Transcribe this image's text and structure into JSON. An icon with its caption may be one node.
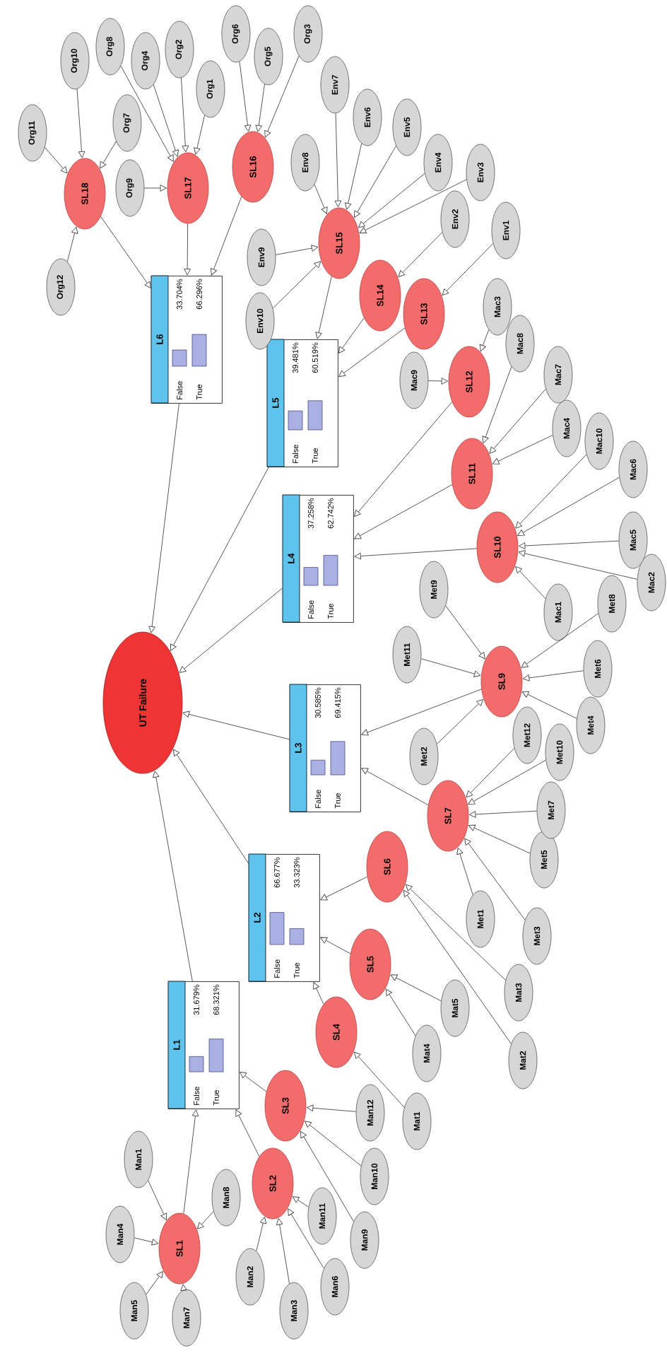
{
  "diagram": {
    "nodes": [
      {
        "text": [
          "UT Failure"
        ]
      },
      {
        "text": [
          "L1",
          "False",
          "31.679%",
          "True",
          "68.321%"
        ]
      },
      {
        "text": [
          "L2",
          "False",
          "66.677%",
          "True",
          "33.323%"
        ]
      },
      {
        "text": [
          "L3",
          "False",
          "30.585%",
          "True",
          "69.415%"
        ]
      },
      {
        "text": [
          "L4",
          "False",
          "37.258%",
          "True",
          "62.742%"
        ]
      },
      {
        "text": [
          "L5",
          "False",
          "39.481%",
          "True",
          "60.519%"
        ]
      },
      {
        "text": [
          "L6",
          "False",
          "33.704%",
          "True",
          "66.296%"
        ]
      },
      {
        "text": [
          "SL1"
        ]
      },
      {
        "text": [
          "SL2"
        ]
      },
      {
        "text": [
          "SL3"
        ]
      },
      {
        "text": [
          "SL4"
        ]
      },
      {
        "text": [
          "SL5"
        ]
      },
      {
        "text": [
          "SL6"
        ]
      },
      {
        "text": [
          "SL7"
        ]
      },
      {
        "text": [
          "SL9"
        ]
      },
      {
        "text": [
          "SL10"
        ]
      },
      {
        "text": [
          "SL11"
        ]
      },
      {
        "text": [
          "SL12"
        ]
      },
      {
        "text": [
          "SL13"
        ]
      },
      {
        "text": [
          "SL14"
        ]
      },
      {
        "text": [
          "SL15"
        ]
      },
      {
        "text": [
          "SL16"
        ]
      },
      {
        "text": [
          "SL17"
        ]
      },
      {
        "text": [
          "SL18"
        ]
      },
      {
        "text": [
          "Man1"
        ]
      },
      {
        "text": [
          "Man2"
        ]
      },
      {
        "text": [
          "Man3"
        ]
      },
      {
        "text": [
          "Man4"
        ]
      },
      {
        "text": [
          "Man5"
        ]
      },
      {
        "text": [
          "Man6"
        ]
      },
      {
        "text": [
          "Man7"
        ]
      },
      {
        "text": [
          "Man8"
        ]
      },
      {
        "text": [
          "Man9"
        ]
      },
      {
        "text": [
          "Man10"
        ]
      },
      {
        "text": [
          "Man11"
        ]
      },
      {
        "text": [
          "Man12"
        ]
      },
      {
        "text": [
          "Mat1"
        ]
      },
      {
        "text": [
          "Mat2"
        ]
      },
      {
        "text": [
          "Mat3"
        ]
      },
      {
        "text": [
          "Mat4"
        ]
      },
      {
        "text": [
          "Mat5"
        ]
      },
      {
        "text": [
          "Met1"
        ]
      },
      {
        "text": [
          "Met2"
        ]
      },
      {
        "text": [
          "Met3"
        ]
      },
      {
        "text": [
          "Met4"
        ]
      },
      {
        "text": [
          "Met5"
        ]
      },
      {
        "text": [
          "Met6"
        ]
      },
      {
        "text": [
          "Met7"
        ]
      },
      {
        "text": [
          "Met8"
        ]
      },
      {
        "text": [
          "Met9"
        ]
      },
      {
        "text": [
          "Met10"
        ]
      },
      {
        "text": [
          "Met11"
        ]
      },
      {
        "text": [
          "Met12"
        ]
      },
      {
        "text": [
          "Mac1"
        ]
      },
      {
        "text": [
          "Mac2"
        ]
      },
      {
        "text": [
          "Mac3"
        ]
      },
      {
        "text": [
          "Mac4"
        ]
      },
      {
        "text": [
          "Mac5"
        ]
      },
      {
        "text": [
          "Mac6"
        ]
      },
      {
        "text": [
          "Mac7"
        ]
      },
      {
        "text": [
          "Mac8"
        ]
      },
      {
        "text": [
          "Mac9"
        ]
      },
      {
        "text": [
          "Mac10"
        ]
      },
      {
        "text": [
          "Env1"
        ]
      },
      {
        "text": [
          "Env2"
        ]
      },
      {
        "text": [
          "Env3"
        ]
      },
      {
        "text": [
          "Env4"
        ]
      },
      {
        "text": [
          "Env5"
        ]
      },
      {
        "text": [
          "Env6"
        ]
      },
      {
        "text": [
          "Env7"
        ]
      },
      {
        "text": [
          "Env8"
        ]
      },
      {
        "text": [
          "Env9"
        ]
      },
      {
        "text": [
          "Env10"
        ]
      },
      {
        "text": [
          "Org1"
        ]
      },
      {
        "text": [
          "Org2"
        ]
      },
      {
        "text": [
          "Org3"
        ]
      },
      {
        "text": [
          "Org4"
        ]
      },
      {
        "text": [
          "Org5"
        ]
      },
      {
        "text": [
          "Org6"
        ]
      },
      {
        "text": [
          "Org7"
        ]
      },
      {
        "text": [
          "Org8"
        ]
      },
      {
        "text": [
          "Org9"
        ]
      },
      {
        "text": [
          "Org10"
        ]
      },
      {
        "text": [
          "Org11"
        ]
      },
      {
        "text": [
          "Org12"
        ]
      }
    ],
    "edges": [
      {
        "from": 1,
        "to": 0,
        "arrow": "to"
      },
      {
        "from": 2,
        "to": 0,
        "arrow": "to"
      },
      {
        "from": 3,
        "to": 0,
        "arrow": "to"
      },
      {
        "from": 4,
        "to": 0,
        "arrow": "to"
      },
      {
        "from": 5,
        "to": 0,
        "arrow": "to"
      },
      {
        "from": 6,
        "to": 0,
        "arrow": "to"
      },
      {
        "from": 7,
        "to": 1,
        "arrow": "to"
      },
      {
        "from": 8,
        "to": 1,
        "arrow": "to"
      },
      {
        "from": 9,
        "to": 1,
        "arrow": "to"
      },
      {
        "from": 10,
        "to": 2,
        "arrow": "to"
      },
      {
        "from": 11,
        "to": 2,
        "arrow": "to"
      },
      {
        "from": 12,
        "to": 2,
        "arrow": "to"
      },
      {
        "from": 13,
        "to": 3,
        "arrow": "to"
      },
      {
        "from": 14,
        "to": 3,
        "arrow": "to"
      },
      {
        "from": 15,
        "to": 4,
        "arrow": "to"
      },
      {
        "from": 16,
        "to": 4,
        "arrow": "to"
      },
      {
        "from": 17,
        "to": 4,
        "arrow": "to"
      },
      {
        "from": 18,
        "to": 5,
        "arrow": "to"
      },
      {
        "from": 19,
        "to": 5,
        "arrow": "to"
      },
      {
        "from": 20,
        "to": 5,
        "arrow": "to"
      },
      {
        "from": 21,
        "to": 6,
        "arrow": "to"
      },
      {
        "from": 22,
        "to": 6,
        "arrow": "to"
      },
      {
        "from": 23,
        "to": 6,
        "arrow": "to"
      },
      {
        "from": 24,
        "to": 7,
        "arrow": "to"
      },
      {
        "from": 27,
        "to": 7,
        "arrow": "to"
      },
      {
        "from": 28,
        "to": 7,
        "arrow": "to"
      },
      {
        "from": 30,
        "to": 7,
        "arrow": "to"
      },
      {
        "from": 31,
        "to": 7,
        "arrow": "to"
      },
      {
        "from": 25,
        "to": 8,
        "arrow": "to"
      },
      {
        "from": 26,
        "to": 8,
        "arrow": "to"
      },
      {
        "from": 29,
        "to": 8,
        "arrow": "to"
      },
      {
        "from": 34,
        "to": 8,
        "arrow": "to"
      },
      {
        "from": 32,
        "to": 9,
        "arrow": "to"
      },
      {
        "from": 33,
        "to": 9,
        "arrow": "to"
      },
      {
        "from": 35,
        "to": 9,
        "arrow": "to"
      },
      {
        "from": 36,
        "to": 10,
        "arrow": "to"
      },
      {
        "from": 39,
        "to": 11,
        "arrow": "to"
      },
      {
        "from": 40,
        "to": 11,
        "arrow": "to"
      },
      {
        "from": 37,
        "to": 12,
        "arrow": "to"
      },
      {
        "from": 38,
        "to": 12,
        "arrow": "to"
      },
      {
        "from": 41,
        "to": 13,
        "arrow": "to"
      },
      {
        "from": 43,
        "to": 13,
        "arrow": "to"
      },
      {
        "from": 45,
        "to": 13,
        "arrow": "to"
      },
      {
        "from": 47,
        "to": 13,
        "arrow": "to"
      },
      {
        "from": 50,
        "to": 13,
        "arrow": "to"
      },
      {
        "from": 52,
        "to": 13,
        "arrow": "to"
      },
      {
        "from": 42,
        "to": 14,
        "arrow": "to"
      },
      {
        "from": 44,
        "to": 14,
        "arrow": "to"
      },
      {
        "from": 46,
        "to": 14,
        "arrow": "to"
      },
      {
        "from": 48,
        "to": 14,
        "arrow": "to"
      },
      {
        "from": 49,
        "to": 14,
        "arrow": "to"
      },
      {
        "from": 51,
        "to": 14,
        "arrow": "to"
      },
      {
        "from": 53,
        "to": 15,
        "arrow": "to"
      },
      {
        "from": 54,
        "to": 15,
        "arrow": "to"
      },
      {
        "from": 57,
        "to": 15,
        "arrow": "to"
      },
      {
        "from": 58,
        "to": 15,
        "arrow": "to"
      },
      {
        "from": 62,
        "to": 15,
        "arrow": "to"
      },
      {
        "from": 56,
        "to": 16,
        "arrow": "to"
      },
      {
        "from": 59,
        "to": 16,
        "arrow": "to"
      },
      {
        "from": 60,
        "to": 16,
        "arrow": "to"
      },
      {
        "from": 55,
        "to": 17,
        "arrow": "to"
      },
      {
        "from": 61,
        "to": 17,
        "arrow": "to"
      },
      {
        "from": 63,
        "to": 18,
        "arrow": "to"
      },
      {
        "from": 64,
        "to": 19,
        "arrow": "to"
      },
      {
        "from": 65,
        "to": 20,
        "arrow": "to"
      },
      {
        "from": 66,
        "to": 20,
        "arrow": "to"
      },
      {
        "from": 67,
        "to": 20,
        "arrow": "to"
      },
      {
        "from": 68,
        "to": 20,
        "arrow": "to"
      },
      {
        "from": 69,
        "to": 20,
        "arrow": "to"
      },
      {
        "from": 70,
        "to": 20,
        "arrow": "to"
      },
      {
        "from": 71,
        "to": 20,
        "arrow": "to"
      },
      {
        "from": 72,
        "to": 20,
        "arrow": "to"
      },
      {
        "from": 75,
        "to": 21,
        "arrow": "to"
      },
      {
        "from": 77,
        "to": 21,
        "arrow": "to"
      },
      {
        "from": 78,
        "to": 21,
        "arrow": "to"
      },
      {
        "from": 73,
        "to": 22,
        "arrow": "to"
      },
      {
        "from": 74,
        "to": 22,
        "arrow": "to"
      },
      {
        "from": 76,
        "to": 22,
        "arrow": "to"
      },
      {
        "from": 80,
        "to": 22,
        "arrow": "to"
      },
      {
        "from": 81,
        "to": 22,
        "arrow": "to"
      },
      {
        "from": 79,
        "to": 23,
        "arrow": "to"
      },
      {
        "from": 82,
        "to": 23,
        "arrow": "to"
      },
      {
        "from": 83,
        "to": 23,
        "arrow": "to"
      },
      {
        "from": 84,
        "to": 23,
        "arrow": "to"
      }
    ]
  }
}
